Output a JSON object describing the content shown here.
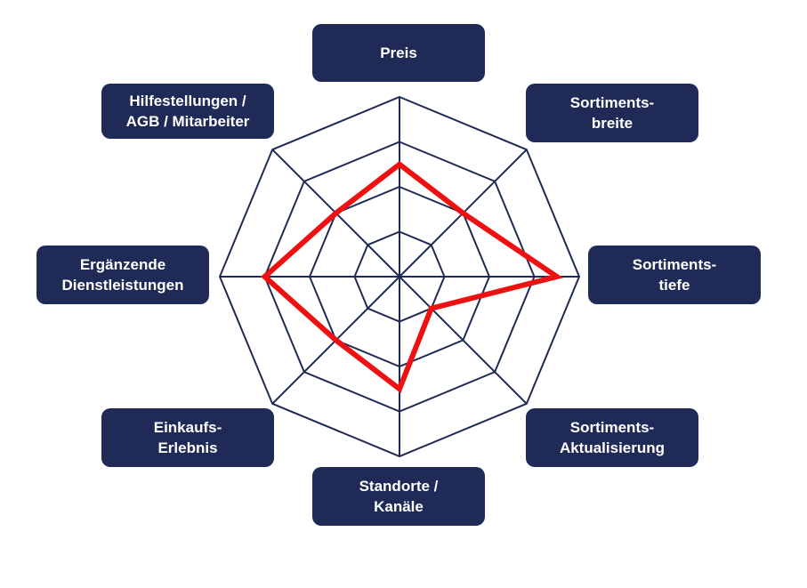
{
  "chart_data": {
    "type": "radar",
    "axes": [
      {
        "lines": [
          "Preis"
        ]
      },
      {
        "lines": [
          "Sortiments-",
          "breite"
        ]
      },
      {
        "lines": [
          "Sortiments-",
          "tiefe"
        ]
      },
      {
        "lines": [
          "Sortiments-",
          "Aktualisierung"
        ]
      },
      {
        "lines": [
          "Standorte /",
          "Kanäle"
        ]
      },
      {
        "lines": [
          "Einkaufs-",
          "Erlebnis"
        ]
      },
      {
        "lines": [
          "Ergänzende",
          "Dienstleistungen"
        ]
      },
      {
        "lines": [
          "Hilfestellungen /",
          "AGB / Mitarbeiter"
        ]
      }
    ],
    "rings": 4,
    "range": [
      0,
      4
    ],
    "series": [
      {
        "values": [
          2.5,
          2.0,
          3.5,
          1.0,
          2.5,
          2.0,
          3.0,
          2.0
        ]
      }
    ],
    "grid": true,
    "legend": "none",
    "colors": {
      "grid": "#1f2a56",
      "series": "#ee1111",
      "label_box": "#1f2a56",
      "label_text": "#ffffff"
    }
  }
}
